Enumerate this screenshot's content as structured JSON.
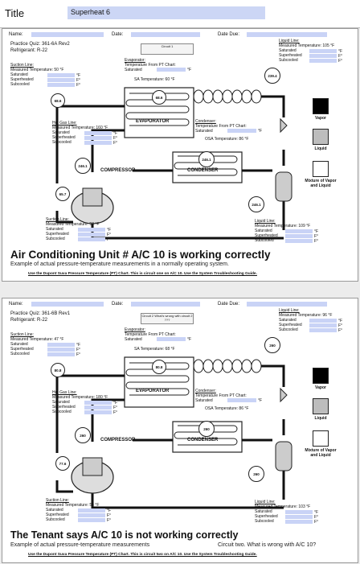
{
  "header": {
    "title_label": "Title",
    "title_value": "Superheat 6"
  },
  "sheets": [
    {
      "name_label": "Name:",
      "date_label": "Date:",
      "date_due_label": "Date Due:",
      "quiz": "Practice Quiz: 361-6A Rev2",
      "refrigerant": "Refrigerant: R-22",
      "circuit_box": "Circuit 1",
      "suction_top": {
        "head": "Suction Line:",
        "measured": "Measured Temperature: 50 °F",
        "rows": [
          "Saturated",
          "Superheated",
          "Subcooled"
        ],
        "units": [
          "°F",
          "F°",
          "F°"
        ]
      },
      "evaporator": {
        "head": "Evaporator:",
        "line1": "Temperature From PT Chart:",
        "line2": "Saturated",
        "unit": "°F",
        "sa_temp": "SA Temperature: 60 °F"
      },
      "liquid_top": {
        "head": "Liquid Line:",
        "measured": "Measured Temperature: 105 °F",
        "rows": [
          "Saturated",
          "Superheated",
          "Subcooled"
        ],
        "units": [
          "°F",
          "F°",
          "F°"
        ]
      },
      "gauge_top": "239.4",
      "gauge_suction": "68.6",
      "gauge_evap": "68.6",
      "evap_label": "EVAPORATOR",
      "hot_gas": {
        "head": "Hot Gas Line:",
        "measured": "Measured Temperature: 160 °F",
        "rows": [
          "Saturated",
          "Superheated",
          "Subcooled"
        ],
        "units": [
          "°F",
          "F°",
          "F°"
        ]
      },
      "condenser": {
        "head": "Condenser:",
        "line1": "Temperature From PT Chart:",
        "line2": "Saturated",
        "unit": "°F",
        "osa_temp": "OSA Temperature: 86 °F"
      },
      "gauge_cond": "246.1",
      "gauge_comp_hot": "246.1",
      "comp_label": "COMPRESSOR",
      "cond_label": "CONDENSER",
      "gauge_comp_suction": "65.7",
      "gauge_liquid": "246.1",
      "suction_bottom": {
        "head": "Suction Line:",
        "measured": "Measured Temperature: 58 °F",
        "rows": [
          "Saturated",
          "Superheated",
          "Subcooled"
        ],
        "units": [
          "°F",
          "F°",
          "F°"
        ]
      },
      "liquid_bottom": {
        "head": "Liquid Line:",
        "measured": "Measured Temperature: 109 °F",
        "rows": [
          "Saturated",
          "Superheated",
          "Subcooled"
        ],
        "units": [
          "°F",
          "F°",
          "F°"
        ]
      },
      "legend": {
        "vapor": "Vapor",
        "liquid": "Liquid",
        "mixture": "Mixture of Vapor and Liquid"
      },
      "big_title": "Air Conditioning Unit # A/C 10 is working correctly",
      "caption": "Example of actual pressure-temperature measurements in a normally operating system.",
      "extra_caption": "",
      "footer": "Use the Dupont Suva Pressure Temperature (PT) Chart.  This is circuit one on A/C 10.  Use the System Troubleshooting Guide."
    },
    {
      "name_label": "Name:",
      "date_label": "Date:",
      "date_due_label": "Date Due:",
      "quiz": "Practice Quiz: 361-6B Rev1",
      "refrigerant": "Refrigerant: R-22",
      "circuit_box": "Circuit 2 What's wrong with circuit 2 ???",
      "suction_top": {
        "head": "Suction Line:",
        "measured": "Measured Temperature: 47 °F",
        "rows": [
          "Saturated",
          "Superheated",
          "Subcooled"
        ],
        "units": [
          "°F",
          "F°",
          "F°"
        ]
      },
      "evaporator": {
        "head": "Evaporator:",
        "line1": "Temperature From PT Chart:",
        "line2": "Saturated",
        "unit": "°F",
        "sa_temp": "SA Temperature: 68 °F"
      },
      "liquid_top": {
        "head": "Liquid Line:",
        "measured": "Measured Temperature: 96 °F",
        "rows": [
          "Saturated",
          "Superheated",
          "Subcooled"
        ],
        "units": [
          "°F",
          "F°",
          "F°"
        ]
      },
      "gauge_top": "260",
      "gauge_suction": "80.8",
      "gauge_evap": "80.8",
      "evap_label": "EVAPORATOR",
      "hot_gas": {
        "head": "Hot Gas Line:",
        "measured": "Measured Temperature: 180 °F",
        "rows": [
          "Saturated",
          "Superheated",
          "Subcooled"
        ],
        "units": [
          "°F",
          "F°",
          "F°"
        ]
      },
      "condenser": {
        "head": "Condenser:",
        "line1": "Temperature From PT Chart:",
        "line2": "Saturated",
        "unit": "°F",
        "osa_temp": "OSA Temperature: 86 °F"
      },
      "gauge_cond": "260",
      "gauge_comp_hot": "260",
      "comp_label": "COMPRESSOR",
      "cond_label": "CONDENSER",
      "gauge_comp_suction": "77.6",
      "gauge_liquid": "260",
      "suction_bottom": {
        "head": "Suction Line:",
        "measured": "Measured Temperature: 58 °F",
        "rows": [
          "Saturated",
          "Superheated",
          "Subcooled"
        ],
        "units": [
          "°F",
          "F°",
          "F°"
        ]
      },
      "liquid_bottom": {
        "head": "Liquid Line:",
        "measured": "Measured Temperature: 103 °F",
        "rows": [
          "Saturated",
          "Superheated",
          "Subcooled"
        ],
        "units": [
          "°F",
          "F°",
          "F°"
        ]
      },
      "legend": {
        "vapor": "Vapor",
        "liquid": "Liquid",
        "mixture": "Mixture of Vapor and Liquid"
      },
      "big_title": "The Tenant says A/C 10 is not working correctly",
      "caption": "Example of actual pressure-temperature measurements",
      "extra_caption": "Circuit two. What is wrong with A/C 10?",
      "footer": "Use the Dupont Suva Pressure Temperature (PT) Chart.  This is circuit two on A/C 10.  Use the System Troubleshooting Guide."
    }
  ]
}
